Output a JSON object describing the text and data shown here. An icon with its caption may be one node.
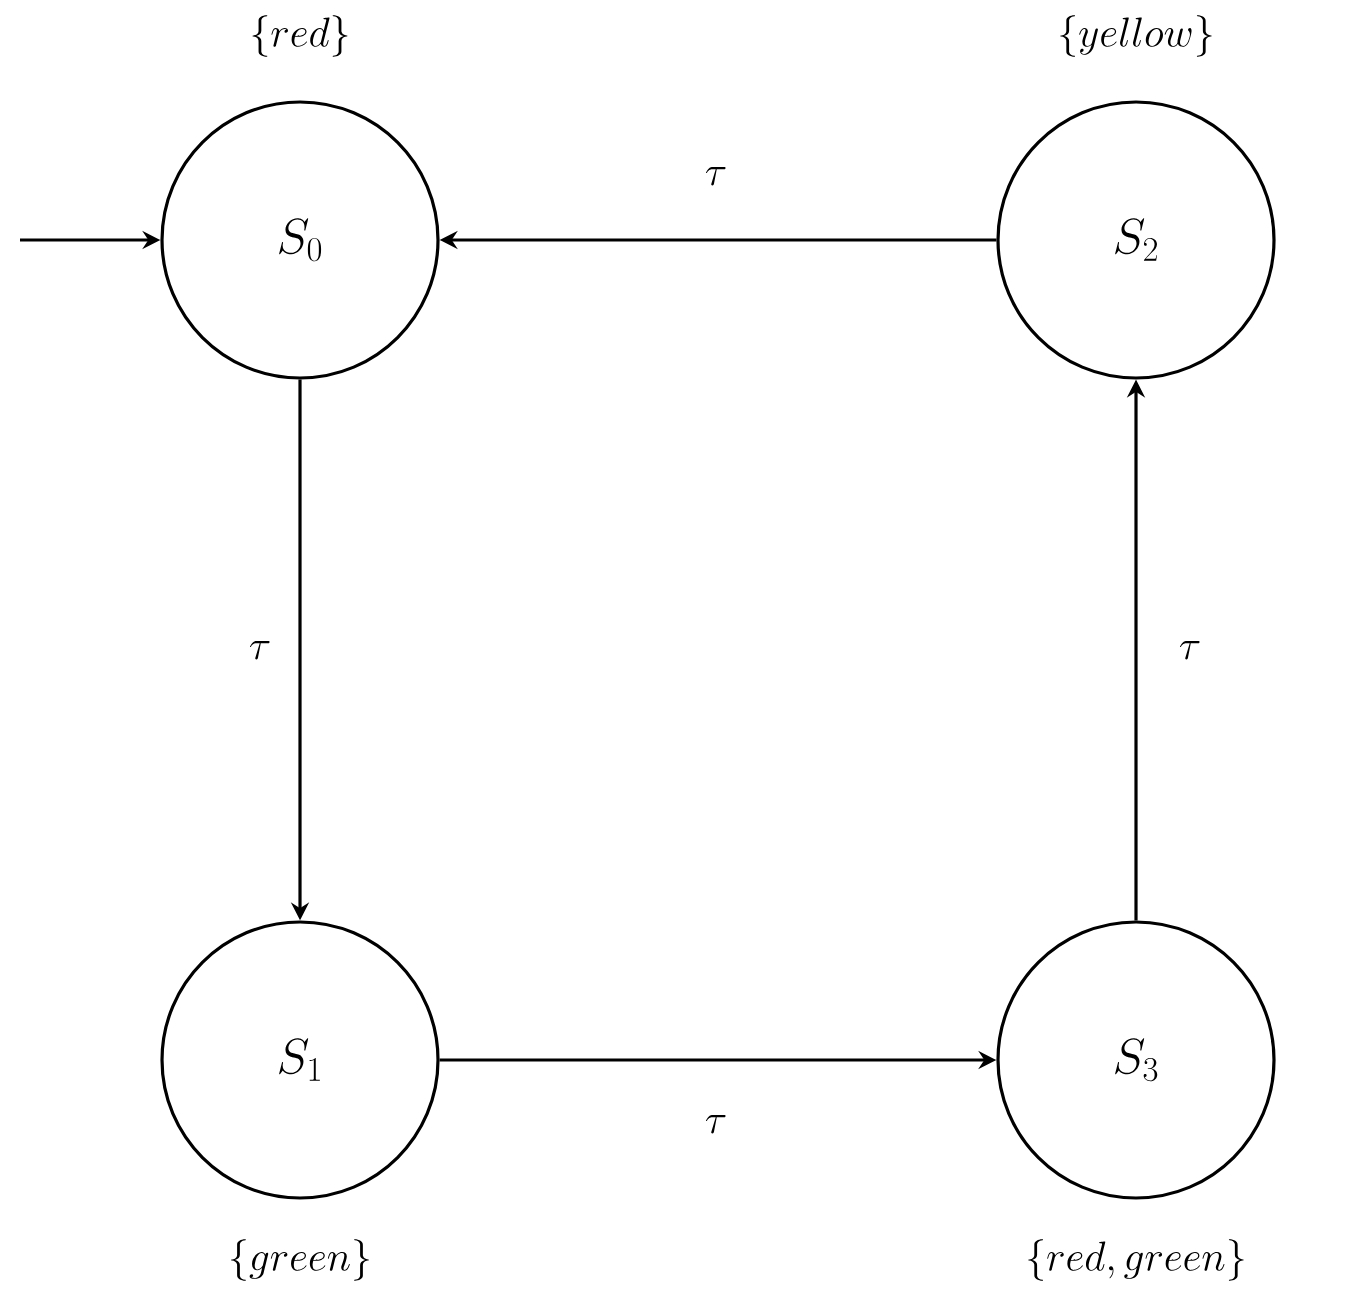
{
  "diagram": {
    "nodes": [
      {
        "text": [
          "S_0"
        ],
        "beside": [
          "\\{red\\}"
        ]
      },
      {
        "text": [
          "S_2"
        ],
        "beside": [
          "\\{yellow\\}"
        ]
      },
      {
        "text": [
          "S_1"
        ],
        "beside": [
          "\\{green\\}"
        ]
      },
      {
        "text": [
          "S_3"
        ],
        "beside": [
          "\\{red, green\\}"
        ]
      }
    ],
    "edges": [
      {
        "from": null,
        "to": 0,
        "arrow": "to"
      },
      {
        "from": 1,
        "to": 0,
        "arrow": "to",
        "label": "\\tau"
      },
      {
        "from": 0,
        "to": 2,
        "arrow": "to",
        "label": "\\tau"
      },
      {
        "from": 2,
        "to": 3,
        "arrow": "to",
        "label": "\\tau"
      },
      {
        "from": 3,
        "to": 1,
        "arrow": "to",
        "label": "\\tau"
      }
    ]
  }
}
